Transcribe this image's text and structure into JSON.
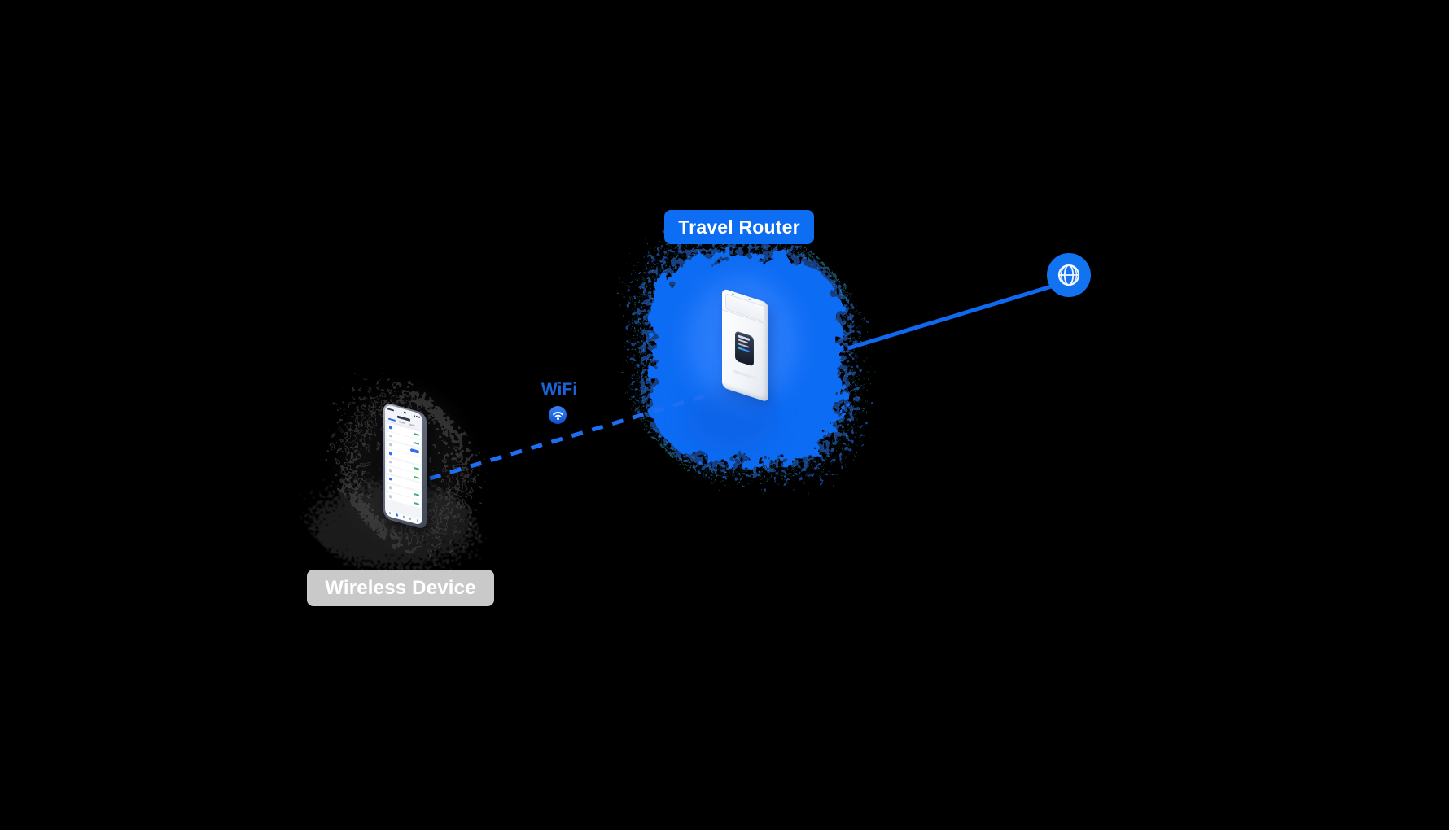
{
  "diagram": {
    "background_color": "#000000",
    "nodes": {
      "wireless_device": {
        "label": "Wireless Device",
        "label_bg": "#c9c9c9",
        "label_text_color": "#ffffff",
        "device_type": "smartphone"
      },
      "travel_router": {
        "label": "Travel Router",
        "label_bg": "#0d6ef4",
        "label_text_color": "#ffffff",
        "device_type": "travel-router",
        "glow_color": "#0d6cf4"
      },
      "internet": {
        "icon": "globe-icon",
        "circle_color": "#1273f0",
        "icon_color": "#ffffff"
      }
    },
    "links": {
      "wifi": {
        "label": "WiFi",
        "label_color": "#1a63d8",
        "style": "dashed",
        "color": "#1e6ef2",
        "badge_icon": "wifi-icon",
        "badge_bg": "#1456d6"
      },
      "internet_uplink": {
        "style": "solid",
        "color": "#0f68f0"
      }
    }
  }
}
